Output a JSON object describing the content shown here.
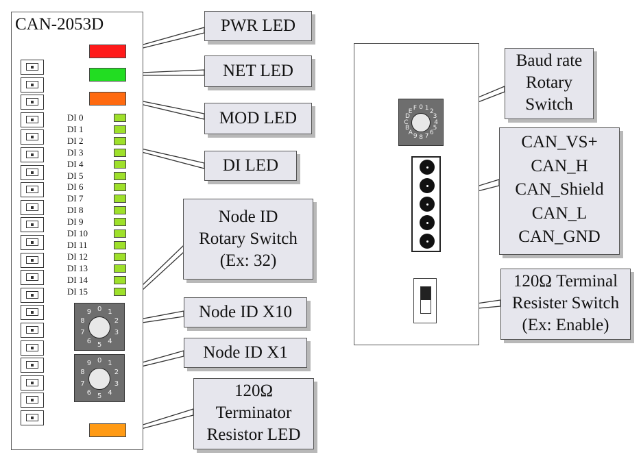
{
  "device": {
    "title": "CAN-2053D"
  },
  "leds": {
    "pwr_color": "#ff1a1a",
    "net_color": "#22dd22",
    "mod_color": "#ff6a10",
    "terminator_color": "#ff9a14",
    "di_color": "#9ee02a"
  },
  "di_labels": [
    "DI 0",
    "DI 1",
    "DI 2",
    "DI 3",
    "DI 4",
    "DI 5",
    "DI 6",
    "DI 7",
    "DI 8",
    "DI 9",
    "DI 10",
    "DI 11",
    "DI 12",
    "DI 13",
    "DI 14",
    "DI 15"
  ],
  "callouts": {
    "pwr_led": "PWR LED",
    "net_led": "NET LED",
    "mod_led": "MOD LED",
    "di_led": "DI LED",
    "node_id_rotary": [
      "Node ID",
      "Rotary Switch",
      "(Ex: 32)"
    ],
    "node_id_x10": "Node ID X10",
    "node_id_x1": "Node ID  X1",
    "terminator_led": [
      "120Ω",
      "Terminator",
      "Resistor LED"
    ],
    "baud_rate": [
      "Baud rate",
      "Rotary",
      "Switch"
    ],
    "can_pins": [
      "CAN_VS+",
      "CAN_H",
      "CAN_Shield",
      "CAN_L",
      "CAN_GND"
    ],
    "terminal_switch": [
      "120Ω Terminal",
      "Resister Switch",
      "(Ex: Enable)"
    ]
  },
  "rotary_switches": {
    "node_x10_digits": "0123456789",
    "node_x1_digits": "0123456789",
    "baud_digits": "0123456789ABCDEF"
  }
}
